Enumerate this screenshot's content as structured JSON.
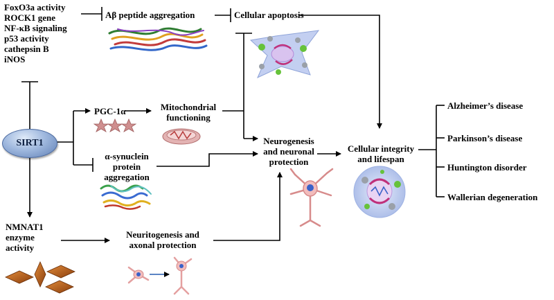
{
  "diagram": {
    "sirt1": "SIRT1",
    "factors": [
      "FoxO3a activity",
      "ROCK1 gene",
      "NF-κB signaling",
      "p53 activity",
      "cathepsin B",
      "iNOS"
    ],
    "abeta": "Aβ peptide aggregation",
    "apoptosis": "Cellular apoptosis",
    "pgc": "PGC-1α",
    "mito": [
      "Mitochondrial",
      "functioning"
    ],
    "synuclein": [
      "α-synuclein",
      "protein",
      "aggregation"
    ],
    "neurogenesis": [
      "Neurogenesis",
      "and neuronal",
      "protection"
    ],
    "integrity": [
      "Cellular integrity",
      "and lifespan"
    ],
    "nmnat": [
      "NMNAT1",
      "enzyme",
      "activity"
    ],
    "neuritogenesis": [
      "Neuritogenesis and",
      "axonal protection"
    ],
    "diseases": [
      "Alzheimer’s disease",
      "Parkinson’s disease",
      "Huntington disorder",
      "Wallerian degeneration"
    ]
  },
  "colors": {
    "line": "#000000",
    "sirt1": "#7f9cc9",
    "star": "#c98a8a",
    "diamond": "#b8621a",
    "cell": "#b9c8ee",
    "neuron": "#e9a3a3"
  }
}
